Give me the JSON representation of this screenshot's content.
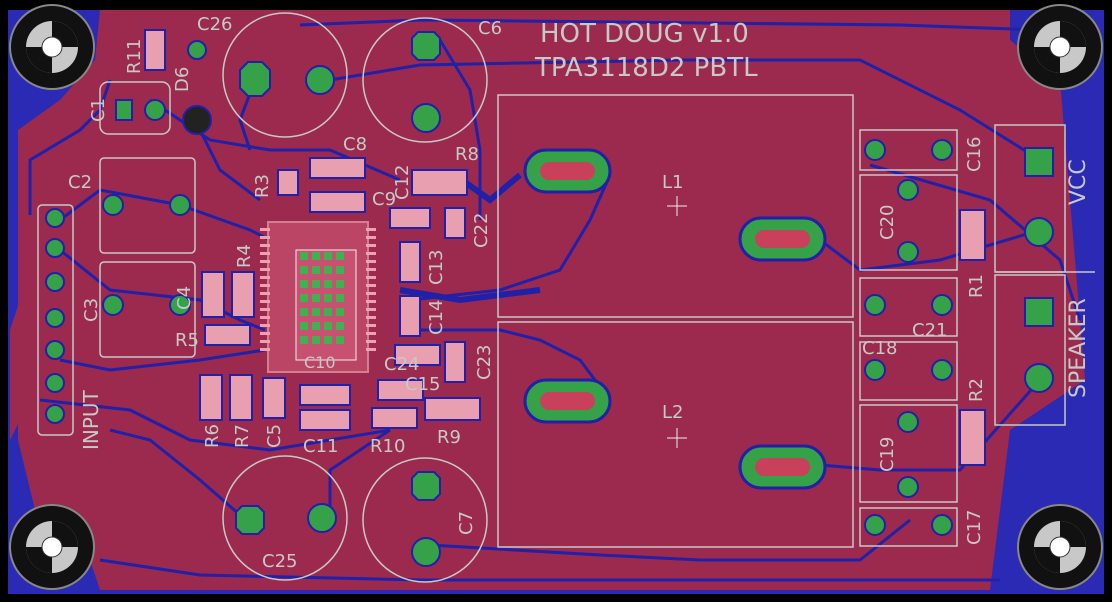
{
  "title": {
    "line1": "HOT DOUG v1.0",
    "line2": "TPA3118D2 PBTL"
  },
  "labels": {
    "c26": "C26",
    "c6": "C6",
    "r11": "R11",
    "d6": "D6",
    "c1": "C1",
    "c8": "C8",
    "r8": "R8",
    "c12": "C12",
    "r3": "R3",
    "c9": "C9",
    "c2": "C2",
    "c22": "C22",
    "c13": "C13",
    "r4": "R4",
    "c4": "C4",
    "c3": "C3",
    "r5": "R5",
    "c14": "C14",
    "c24": "C24",
    "c15": "C15",
    "c23": "C23",
    "r6": "R6",
    "r7": "R7",
    "c5": "C5",
    "c11": "C11",
    "c10": "C10",
    "r10": "R10",
    "r9": "R9",
    "c25": "C25",
    "c7": "C7",
    "l1": "L1",
    "l2": "L2",
    "c16": "C16",
    "c20": "C20",
    "r1": "R1",
    "c21": "C21",
    "c18": "C18",
    "r2": "R2",
    "c19": "C19",
    "c17": "C17",
    "vcc": "VCC",
    "speaker": "SPEAKER",
    "input": "INPUT"
  },
  "colors": {
    "background": "#000000",
    "board": "#9b2a4e",
    "copper_bottom": "#2020a8",
    "pad": "#35a24a",
    "silkscreen": "#c8c8c8"
  }
}
